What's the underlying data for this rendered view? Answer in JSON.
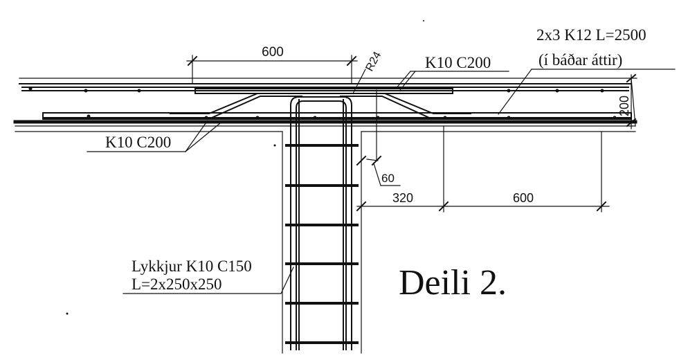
{
  "dimensions": {
    "top_width": "600",
    "radius": "R24",
    "slab_thickness": "200",
    "offset": "60",
    "edge": "320",
    "bottom_width": "600"
  },
  "labels": {
    "top_rebar": "K10 C200",
    "bottom_rebar": "K10 C200",
    "long_bars_line1": "2x3 K12 L=2500",
    "long_bars_line2": "(í báðar áttir)",
    "stirrups_line1": "Lykkjur K10 C150",
    "stirrups_line2": "L=2x250x250"
  },
  "title": "Deili 2."
}
